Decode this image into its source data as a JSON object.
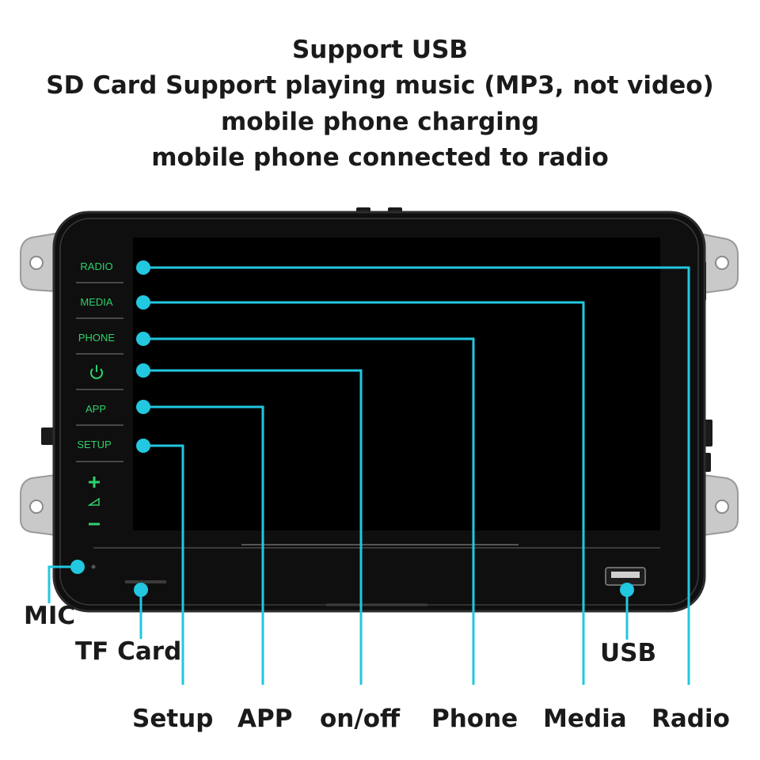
{
  "header": {
    "lines": [
      "Support USB",
      "SD Card Support playing music (MP3, not video)",
      "mobile phone charging",
      "mobile phone connected to radio"
    ]
  },
  "device": {
    "side_buttons": [
      "RADIO",
      "MEDIA",
      "PHONE",
      "power-icon",
      "APP",
      "SETUP"
    ],
    "volume_controls": [
      "+",
      "volume-icon",
      "−"
    ]
  },
  "callouts": {
    "mic": "MIC",
    "tf_card": "TF Card",
    "usb": "USB",
    "setup": "Setup",
    "app": "APP",
    "on_off": "on/off",
    "phone": "Phone",
    "media": "Media",
    "radio": "Radio"
  },
  "colors": {
    "accent": "#22c7e0",
    "button_label": "#2fd16b",
    "device_body": "#0d0d0d",
    "screen": "#000000"
  }
}
